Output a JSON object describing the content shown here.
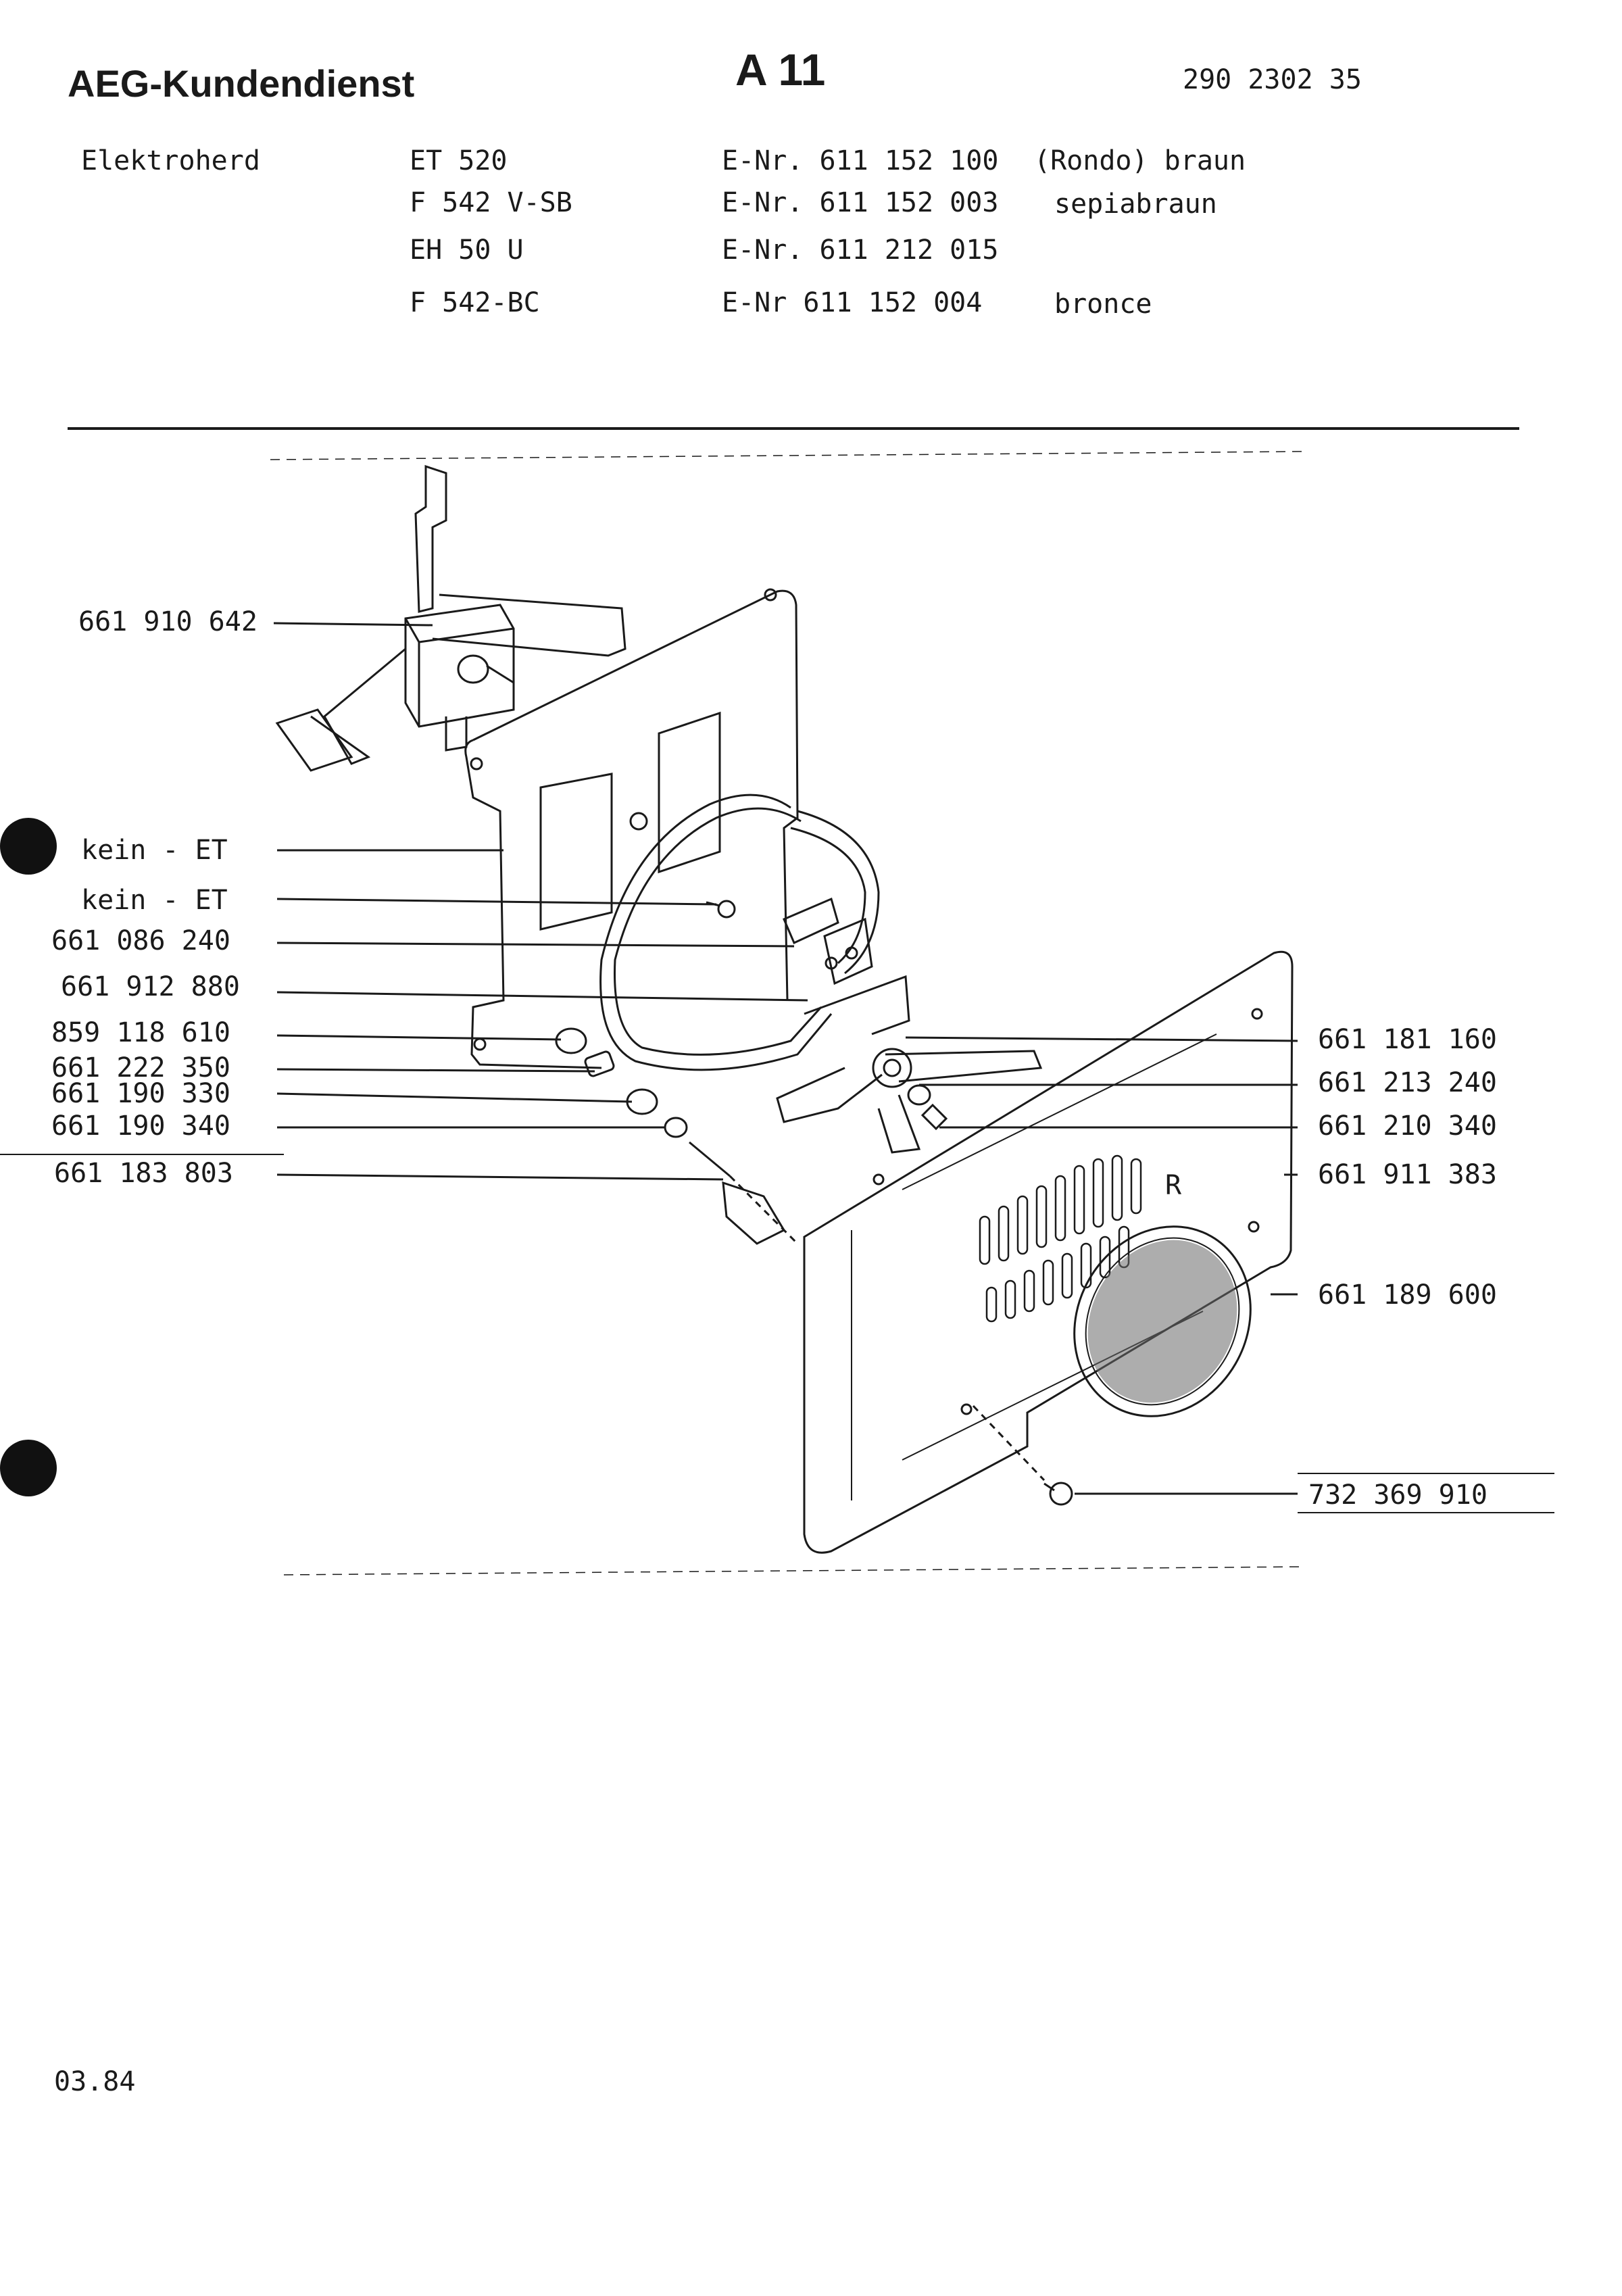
{
  "header": {
    "company": "AEG-Kundendienst",
    "page_code": "A 11",
    "doc_number": "290 2302 35"
  },
  "product": {
    "type": "Elektroherd",
    "models": [
      {
        "model": "ET  520",
        "enr": "E-Nr. 611 152 100",
        "color": "(Rondo) braun"
      },
      {
        "model": "F   542 V-SB",
        "enr": "E-Nr. 611 152 003",
        "color": "sepiabraun"
      },
      {
        "model": "EH  50  U",
        "enr": "E-Nr. 611 212 015",
        "color": ""
      },
      {
        "model": "F   542-BC",
        "enr": "E-Nr  611 152 004",
        "color": "bronce"
      }
    ]
  },
  "parts_left": [
    "661 910 642",
    "kein - ET",
    "kein - ET",
    "661 086 240",
    "661 912 880",
    "859 118 610",
    "661 222 350",
    "661 190 330",
    "661 190 340",
    "661 183 803"
  ],
  "parts_right": [
    "661 181 160",
    "661 213 240",
    "661 210 340",
    "661 911 383",
    "661 189 600",
    "732 369 910"
  ],
  "diagram_label": "R",
  "footer": {
    "date": "03.84"
  }
}
